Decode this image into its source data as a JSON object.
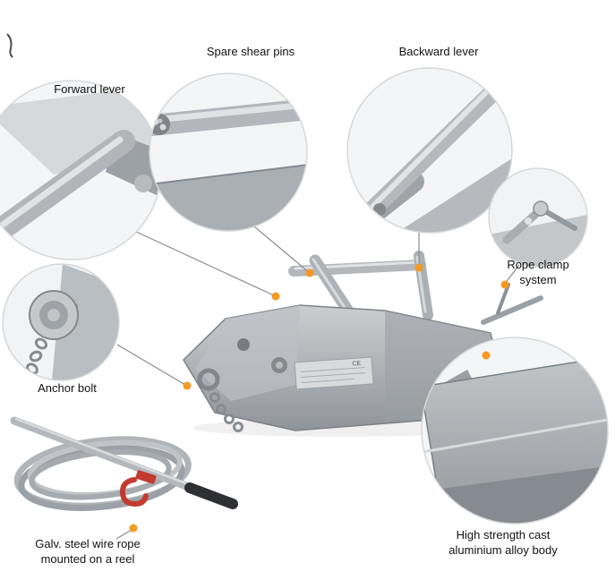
{
  "diagram": {
    "labels": {
      "forward_lever": "Forward lever",
      "spare_shear_pins": "Spare shear pins",
      "backward_lever": "Backward lever",
      "rope_clamp_1": "Rope clamp",
      "rope_clamp_2": "system",
      "anchor_bolt": "Anchor bolt",
      "wire_rope_1": "Galv. steel wire rope",
      "wire_rope_2": "mounted on a reel",
      "alloy_body_1": "High strength cast",
      "alloy_body_2": "aluminium alloy body",
      "plate_mark": "CE"
    },
    "colors": {
      "callout_dot": "#f59a23",
      "leader_line": "#8b8b8b",
      "callout_ring": "#d5d7d9"
    }
  }
}
